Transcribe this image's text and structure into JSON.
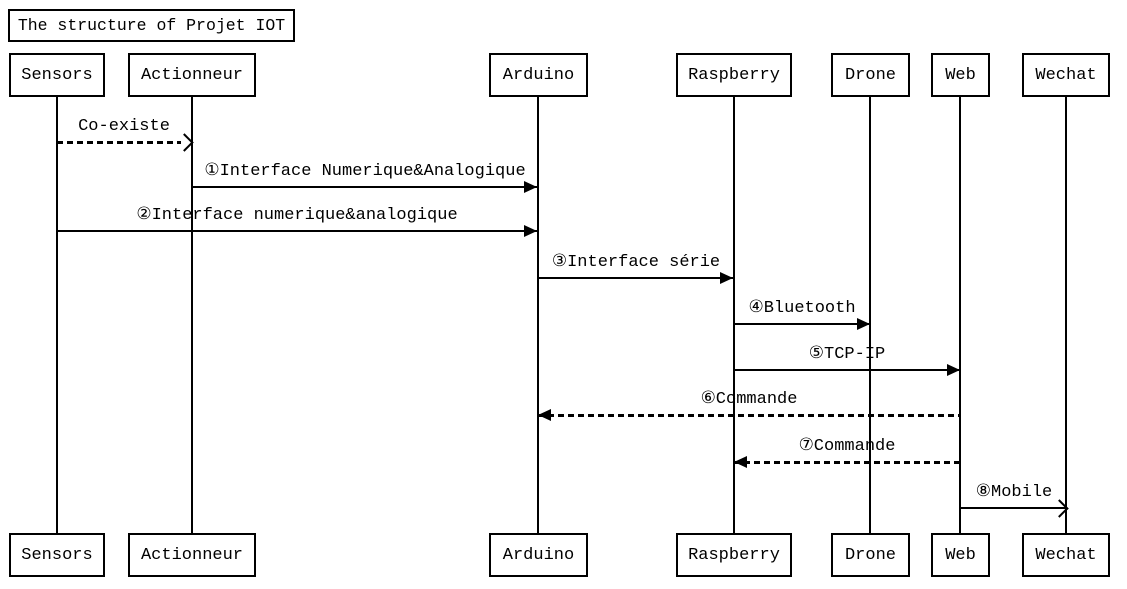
{
  "title": {
    "text": "The structure of Projet IOT"
  },
  "diagram": {
    "type": "sequence",
    "colors": {
      "line": "#000000",
      "background": "#ffffff",
      "text": "#000000"
    },
    "actors": [
      {
        "name": "Sensors"
      },
      {
        "name": "Actionneur"
      },
      {
        "name": "Arduino"
      },
      {
        "name": "Raspberry"
      },
      {
        "name": "Drone"
      },
      {
        "name": "Web"
      },
      {
        "name": "Wechat"
      }
    ],
    "messages": [
      {
        "label": "Co-existe",
        "from": "Sensors",
        "to": "Actionneur",
        "line": "dashed",
        "head": "open"
      },
      {
        "label": "①Interface Numerique&Analogique",
        "from": "Actionneur",
        "to": "Arduino",
        "line": "solid",
        "head": "filled"
      },
      {
        "label": "②Interface numerique&analogique",
        "from": "Sensors",
        "to": "Arduino",
        "line": "solid",
        "head": "filled"
      },
      {
        "label": "③Interface série",
        "from": "Arduino",
        "to": "Raspberry",
        "line": "solid",
        "head": "filled"
      },
      {
        "label": "④Bluetooth",
        "from": "Raspberry",
        "to": "Drone",
        "line": "solid",
        "head": "filled"
      },
      {
        "label": "⑤TCP-IP",
        "from": "Raspberry",
        "to": "Web",
        "line": "solid",
        "head": "filled"
      },
      {
        "label": "⑥Commande",
        "from": "Web",
        "to": "Arduino",
        "line": "dashed",
        "head": "filled"
      },
      {
        "label": "⑦Commande",
        "from": "Web",
        "to": "Raspberry",
        "line": "dashed",
        "head": "filled"
      },
      {
        "label": "⑧Mobile",
        "from": "Web",
        "to": "Wechat",
        "line": "solid",
        "head": "open"
      }
    ]
  }
}
